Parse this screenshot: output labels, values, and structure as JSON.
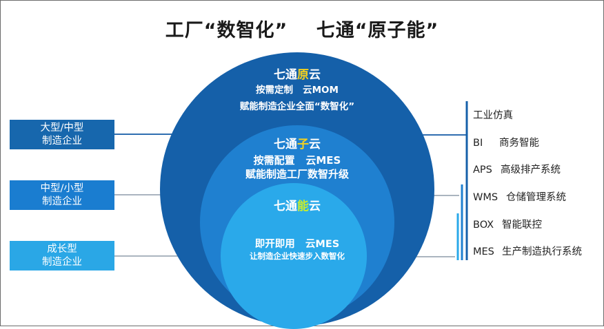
{
  "title": "工厂“数智化”    七通“原子能”",
  "circles": {
    "outer": {
      "title_prefix": "七通",
      "title_highlight": "原",
      "title_suffix": "云",
      "line1": "按需定制   云MOM",
      "line2": "赋能制造企业全面“数智化”"
    },
    "middle": {
      "title_prefix": "七通",
      "title_highlight": "子",
      "title_suffix": "云",
      "line1": "按需配置   云MES",
      "line2": "赋能制造工厂数智升级"
    },
    "inner": {
      "title_prefix": "七通",
      "title_highlight": "能",
      "title_suffix": "云",
      "line1": "即开即用   云MES",
      "line2": "让制造企业快速步入数智化"
    }
  },
  "left_boxes": [
    {
      "line1": "大型/中型",
      "line2": "制造企业"
    },
    {
      "line1": "中型/小型",
      "line2": "制造企业"
    },
    {
      "line1": "成长型",
      "line2": "制造企业"
    }
  ],
  "right_items": [
    {
      "code": "",
      "label": "工业仿真"
    },
    {
      "code": "BI",
      "label": "商务智能"
    },
    {
      "code": "APS",
      "label": "高级排产系统"
    },
    {
      "code": "WMS",
      "label": "仓储管理系统"
    },
    {
      "code": "BOX",
      "label": "智能联控"
    },
    {
      "code": "MES",
      "label": "生产制造执行系统"
    }
  ],
  "colors": {
    "outer": "#1560a9",
    "middle": "#1f80d0",
    "inner": "#2aa9ea",
    "highlight_yellow": "#f5d21e",
    "highlight_green": "#c6ec2f"
  }
}
